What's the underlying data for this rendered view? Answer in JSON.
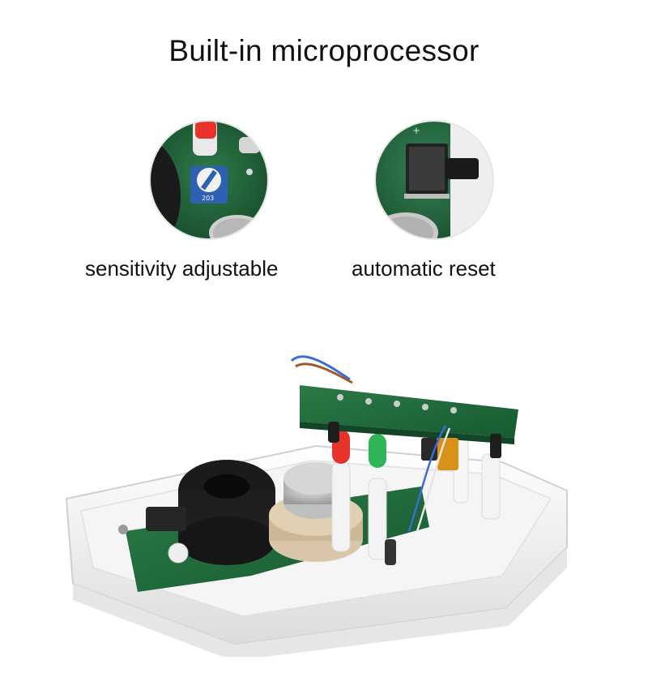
{
  "heading": "Built-in microprocessor",
  "features": [
    {
      "label": "sensitivity adjustable",
      "icon": "potentiometer-closeup"
    },
    {
      "label": "automatic reset",
      "icon": "tact-switch-closeup"
    }
  ],
  "product_image": "gas-detector-circuit-board",
  "colors": {
    "pcb": "#1f6b3a",
    "led_red": "#e8332b",
    "led_green": "#2fb457",
    "case": "#f2f2f2"
  }
}
